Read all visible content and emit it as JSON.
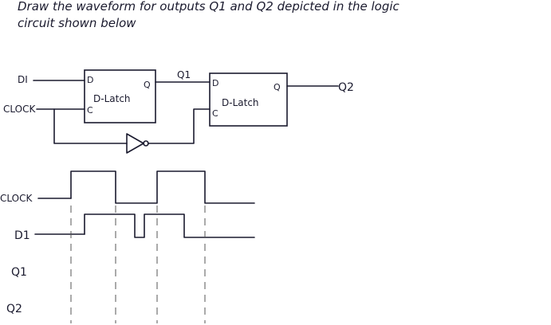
{
  "problem": {
    "line1": "Draw the waveform for outputs Q1 and Q2 depicted in the logic",
    "line2": "circuit shown below"
  },
  "circuit": {
    "input_d": "DI",
    "input_clock": "CLOCK",
    "latch1": {
      "name": "D-Latch",
      "pin_d": "D",
      "pin_c": "C",
      "pin_q": "Q"
    },
    "latch2": {
      "name": "D-Latch",
      "pin_d": "D",
      "pin_c": "C",
      "pin_q": "Q"
    },
    "mid_label": "Q1",
    "output_label": "Q2",
    "inverter": "NOT gate"
  },
  "timing": {
    "labels": {
      "clock": "CLOCK",
      "d1": "D1",
      "q1": "Q1",
      "q2": "Q2"
    },
    "clock_segments": [
      [
        0,
        0
      ],
      [
        1,
        1
      ],
      [
        2,
        0
      ],
      [
        3,
        1
      ],
      [
        4,
        0
      ],
      [
        5,
        0
      ]
    ],
    "d1_segments": [
      [
        0,
        0
      ],
      [
        1,
        1
      ],
      [
        2,
        0
      ],
      [
        3,
        1
      ],
      [
        4,
        0
      ],
      [
        5,
        0
      ]
    ]
  }
}
